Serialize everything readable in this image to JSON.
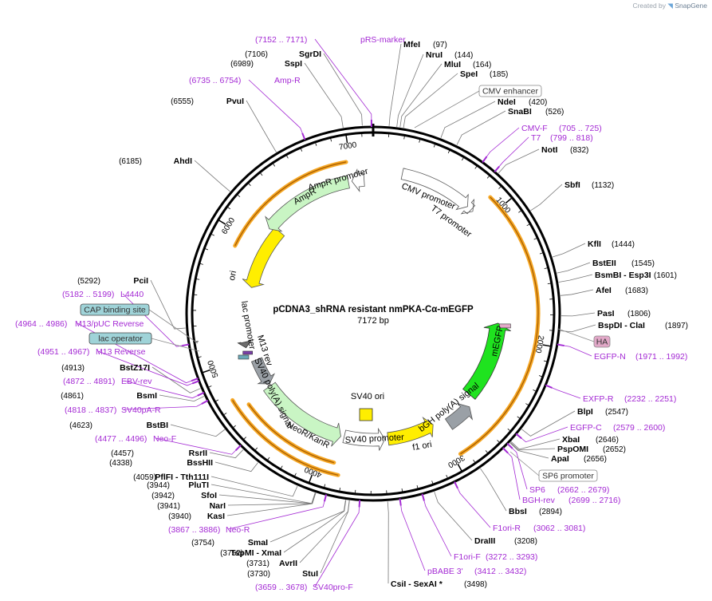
{
  "watermark": {
    "prefix": "Created by",
    "brand": "SnapGene",
    "logo_icon": "snapgene-logo-icon"
  },
  "map": {
    "name": "pCDNA3_shRNA resistant nmPKA-Cα-mEGFP",
    "length": "7172 bp",
    "total_bp": 7172
  },
  "ticks": [
    "1000",
    "2000",
    "3000",
    "4000",
    "5000",
    "6000",
    "7000"
  ],
  "features": [
    {
      "name": "CMV promoter",
      "type": "promoter"
    },
    {
      "name": "T7 promoter",
      "type": "promoter"
    },
    {
      "name": "mEGFP",
      "type": "cds"
    },
    {
      "name": "bGH poly(A) signal",
      "type": "terminator"
    },
    {
      "name": "f1 ori",
      "type": "origin"
    },
    {
      "name": "SV40 promoter",
      "type": "promoter"
    },
    {
      "name": "SV40 ori",
      "type": "origin"
    },
    {
      "name": "NeoR/KanR",
      "type": "cds"
    },
    {
      "name": "SV40 poly(A) signal",
      "type": "terminator"
    },
    {
      "name": "M13 rev",
      "type": "primer_bind"
    },
    {
      "name": "lac promoter",
      "type": "promoter"
    },
    {
      "name": "ori",
      "type": "origin"
    },
    {
      "name": "AmpR",
      "type": "cds"
    },
    {
      "name": "AmpR promoter",
      "type": "promoter"
    }
  ],
  "boxed_labels": [
    {
      "text": "CMV enhancer",
      "style": "white"
    },
    {
      "text": "HA",
      "style": "pink"
    },
    {
      "text": "SP6 promoter",
      "style": "white"
    },
    {
      "text": "CAP binding site",
      "style": "teal"
    },
    {
      "text": "lac operator",
      "style": "teal"
    }
  ],
  "site_labels": [
    {
      "name": "MfeI",
      "pos": "(97)"
    },
    {
      "name": "NruI",
      "pos": "(144)"
    },
    {
      "name": "MluI",
      "pos": "(164)"
    },
    {
      "name": "SpeI",
      "pos": "(185)"
    },
    {
      "name": "NdeI",
      "pos": "(420)"
    },
    {
      "name": "SnaBI",
      "pos": "(526)"
    },
    {
      "name": "NotI",
      "pos": "(832)"
    },
    {
      "name": "SbfI",
      "pos": "(1132)"
    },
    {
      "name": "KflI",
      "pos": "(1444)"
    },
    {
      "name": "BstEII",
      "pos": "(1545)"
    },
    {
      "name": "BsmBI  - Esp3I",
      "pos": "(1601)"
    },
    {
      "name": "AfeI",
      "pos": "(1683)"
    },
    {
      "name": "PasI",
      "pos": "(1806)"
    },
    {
      "name": "BspDI  - ClaI",
      "pos": "(1897)"
    },
    {
      "name": "BlpI",
      "pos": "(2547)"
    },
    {
      "name": "XbaI",
      "pos": "(2646)"
    },
    {
      "name": "PspOMI",
      "pos": "(2652)"
    },
    {
      "name": "ApaI",
      "pos": "(2656)"
    },
    {
      "name": "BbsI",
      "pos": "(2894)"
    },
    {
      "name": "DraIII",
      "pos": "(3208)"
    },
    {
      "name": "CsiI  - SexAI *",
      "pos": "(3498)"
    },
    {
      "name": "StuI",
      "pos": "(3730)"
    },
    {
      "name": "AvrII",
      "pos": "(3731)"
    },
    {
      "name": "TspMI  - XmaI",
      "pos": "(3752)"
    },
    {
      "name": "SmaI",
      "pos": "(3754)"
    },
    {
      "name": "KasI",
      "pos": "(3940)"
    },
    {
      "name": "NarI",
      "pos": "(3941)"
    },
    {
      "name": "SfoI",
      "pos": "(3942)"
    },
    {
      "name": "PluTI",
      "pos": "(3944)"
    },
    {
      "name": "PflFI - Tth111I",
      "pos": "(4059)"
    },
    {
      "name": "BssHII",
      "pos": "(4338)"
    },
    {
      "name": "RsrII",
      "pos": "(4457)"
    },
    {
      "name": "BstBI",
      "pos": "(4623)"
    },
    {
      "name": "BsmI",
      "pos": "(4861)"
    },
    {
      "name": "BstZ17I",
      "pos": "(4913)"
    },
    {
      "name": "PciI",
      "pos": "(5292)"
    },
    {
      "name": "AhdI",
      "pos": "(6185)"
    },
    {
      "name": "PvuI",
      "pos": "(6555)"
    },
    {
      "name": "SspI",
      "pos": "(6989)"
    },
    {
      "name": "SgrDI",
      "pos": "(7106)"
    }
  ],
  "primer_labels": [
    {
      "name": "pRS-marker",
      "range": "(7152 .. 7171)"
    },
    {
      "name": "Amp-R",
      "range": "(6735 .. 6754)"
    },
    {
      "name": "CMV-F",
      "range": "(705 .. 725)"
    },
    {
      "name": "T7",
      "range": "(799 .. 818)"
    },
    {
      "name": "EGFP-N",
      "range": "(1971 .. 1992)"
    },
    {
      "name": "EXFP-R",
      "range": "(2232 .. 2251)"
    },
    {
      "name": "EGFP-C",
      "range": "(2579 .. 2600)"
    },
    {
      "name": "SP6",
      "range": "(2662 .. 2679)"
    },
    {
      "name": "BGH-rev",
      "range": "(2699 .. 2716)"
    },
    {
      "name": "F1ori-R",
      "range": "(3062 .. 3081)"
    },
    {
      "name": "F1ori-F",
      "range": "(3272 .. 3293)"
    },
    {
      "name": "pBABE 3'",
      "range": "(3412 .. 3432)"
    },
    {
      "name": "SV40pro-F",
      "range": "(3659 .. 3678)"
    },
    {
      "name": "Neo-R",
      "range": "(3867 .. 3886)"
    },
    {
      "name": "Neo-F",
      "range": "(4477 .. 4496)"
    },
    {
      "name": "SV40pA-R",
      "range": "(4818 .. 4837)"
    },
    {
      "name": "EBV-rev",
      "range": "(4872 .. 4891)"
    },
    {
      "name": "M13 Reverse",
      "range": "(4951 .. 4967)"
    },
    {
      "name": "M13/pUC Reverse",
      "range": "(4964 .. 4986)"
    },
    {
      "name": "L4440",
      "range": "(5182 .. 5199)"
    }
  ],
  "colors": {
    "primer": "#a42ad4",
    "cds_green": "#c9f5c4",
    "egfp_green": "#1fe31f",
    "origin_yellow": "#ffee00",
    "orange_arc": "#f5a623",
    "terminator_gray": "#9aa0a6",
    "teal_box": "#9fd3d8",
    "pink_box": "#e2a8c8"
  }
}
